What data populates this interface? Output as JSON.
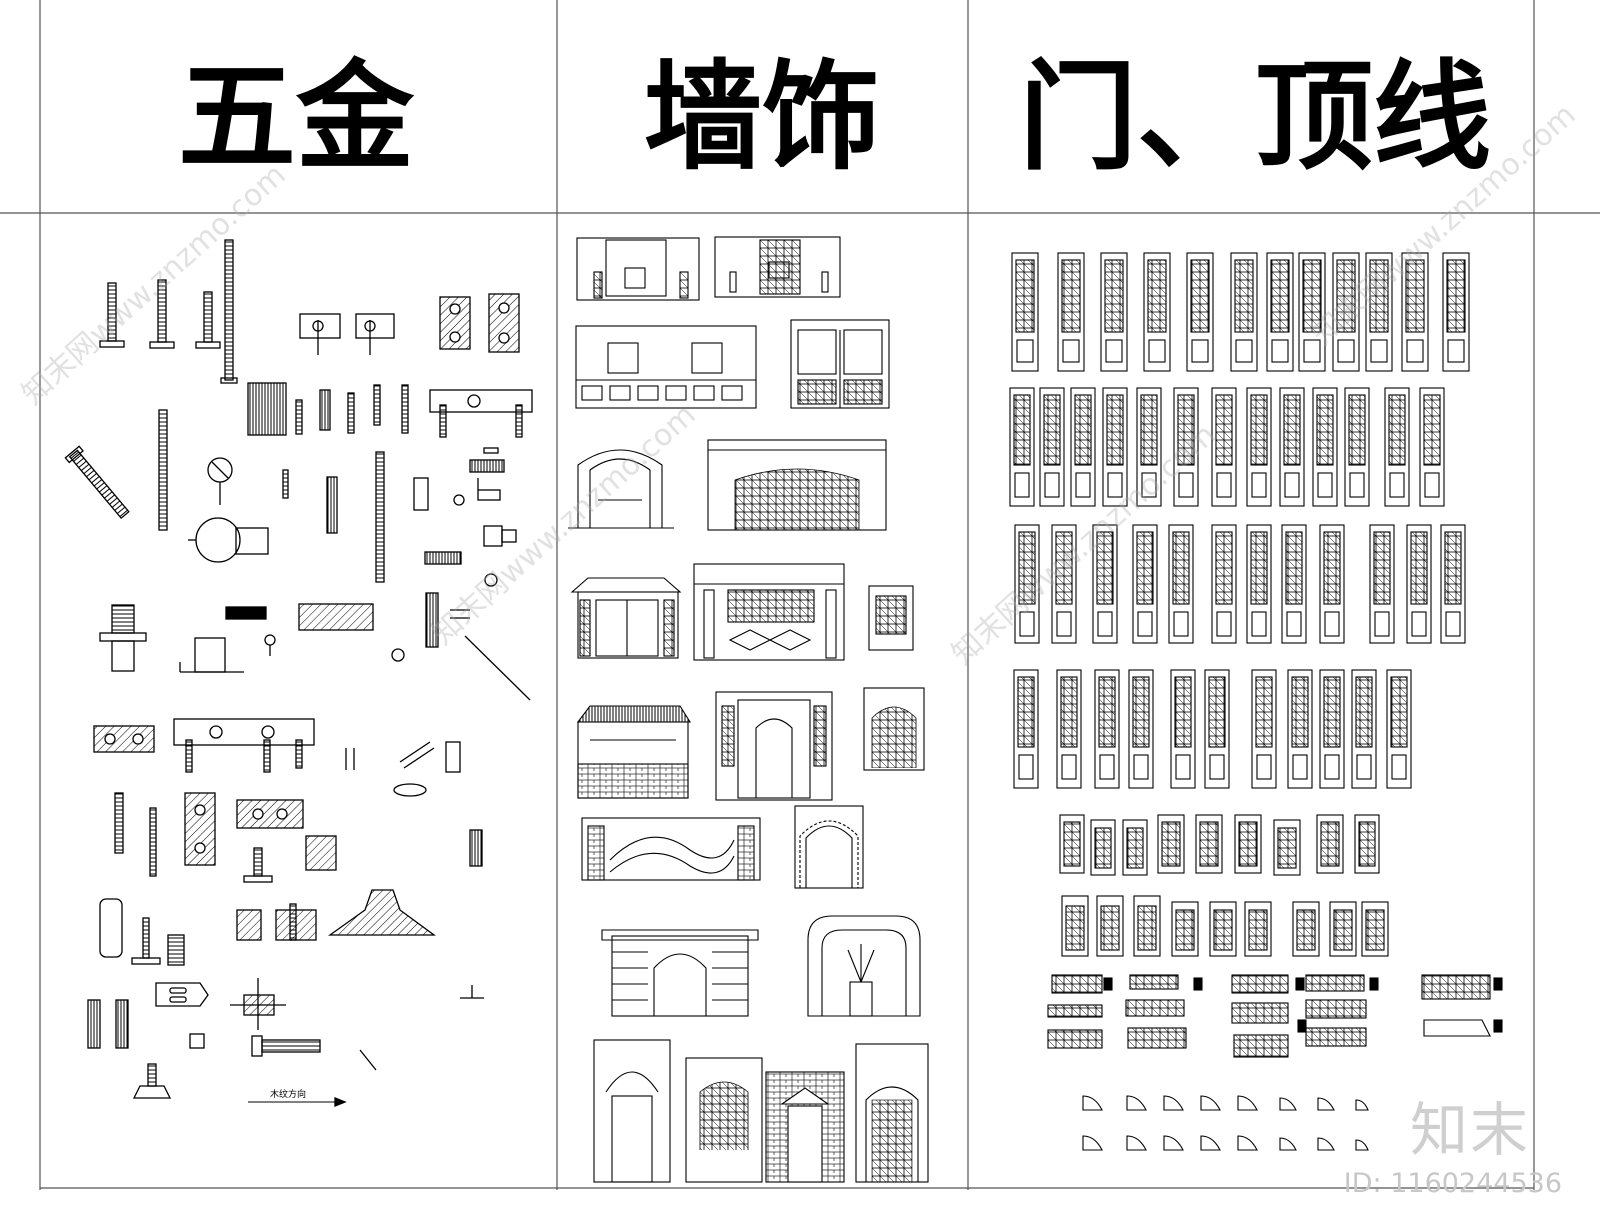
{
  "headers": {
    "hardware": "五金",
    "wall_decor": "墙饰",
    "doors_moldings": "门、顶线"
  },
  "annotations": {
    "wood_grain_direction": "木纹方向"
  },
  "watermark": {
    "logo": "知末",
    "id": "ID: 1160244536",
    "diagonal": "知末网www.znzmo.com"
  },
  "colors": {
    "line": "#000000",
    "background": "#ffffff",
    "watermark": "#cccccc"
  }
}
